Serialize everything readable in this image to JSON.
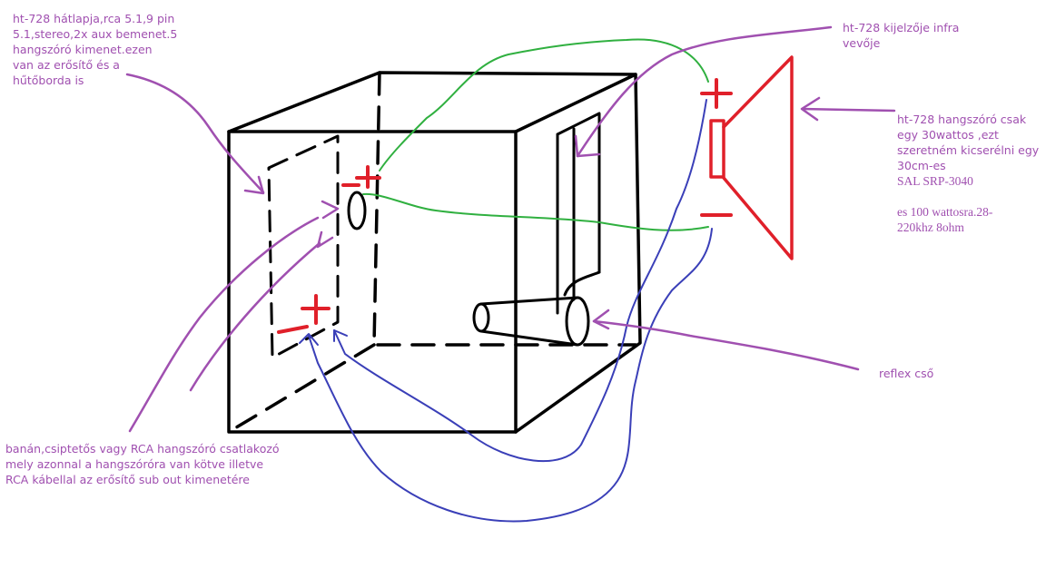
{
  "annotations": {
    "back_panel": "ht-728 hátlapja,rca 5.1,9 pin\n5.1,stereo,2x aux bemenet.5\nhangszóró kimenet.ezen\nvan az erősítő és a\nhűtőborda is",
    "display_ir": "ht-728 kijelzője infra\nvevője",
    "speaker_intro": "ht-728 hangszóró csak\negy 30wattos ,ezt\nszeretném kicserélni egy\n30cm-es",
    "speaker_model": "SAL SRP-3040",
    "speaker_specs": "es 100 wattosra.28-\n220khz 8ohm",
    "reflex": "reflex cső",
    "connector": "banán,csiptetős vagy RCA hangszóró csatlakozó\n mely azonnal a hangszóróra van kötve illetve\nRCA kábellal az erősítő sub out kimenetére"
  },
  "colors": {
    "outline": "#000000",
    "polarity": "#e0202a",
    "annotation": "#a050b0",
    "internal_wire": "#30b040",
    "external_wire": "#3a3fb8"
  }
}
